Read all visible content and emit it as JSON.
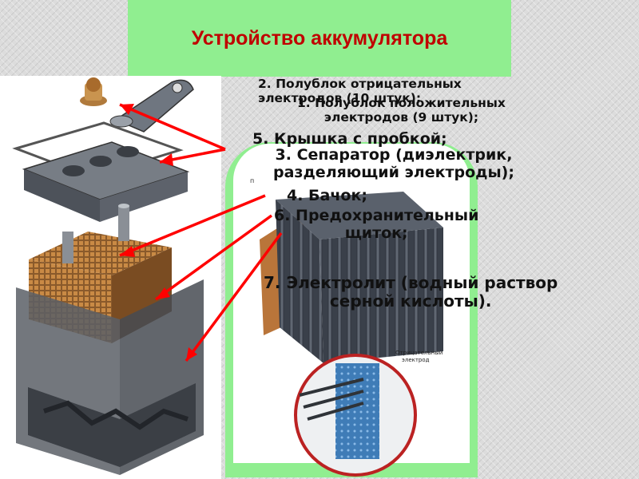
{
  "slide": {
    "title": "Устройство аккумулятора",
    "labels": [
      {
        "id": "2",
        "text_line1": "2. Полублок отрицательных",
        "text_line2": "электродов (10 штук);"
      },
      {
        "id": "1",
        "text_line1": "1. Полублок положительных",
        "text_line2": "электродов (9 штук);"
      },
      {
        "id": "5",
        "text_line1": "5. Крышка  с пробкой;"
      },
      {
        "id": "3",
        "text_line1": "3. Сепаратор (диэлектрик,",
        "text_line2": "разделяющий электроды);"
      },
      {
        "id": "4",
        "text_line1": "4. Бачок;"
      },
      {
        "id": "6",
        "text_line1": "6. Предохранительный",
        "text_line2": "щиток;"
      },
      {
        "id": "7",
        "text_line1": "7. Электролит (водный раствор",
        "text_line2": "серной кислоты)."
      }
    ],
    "inset_caption_line1": "Отрицательный",
    "inset_caption_line2": "электрод",
    "photo_small_letter": "п"
  },
  "colors": {
    "title_bar": "#90ee90",
    "title_text": "#c00000",
    "arrow": "#ff0000",
    "frame": "#90ee90"
  }
}
